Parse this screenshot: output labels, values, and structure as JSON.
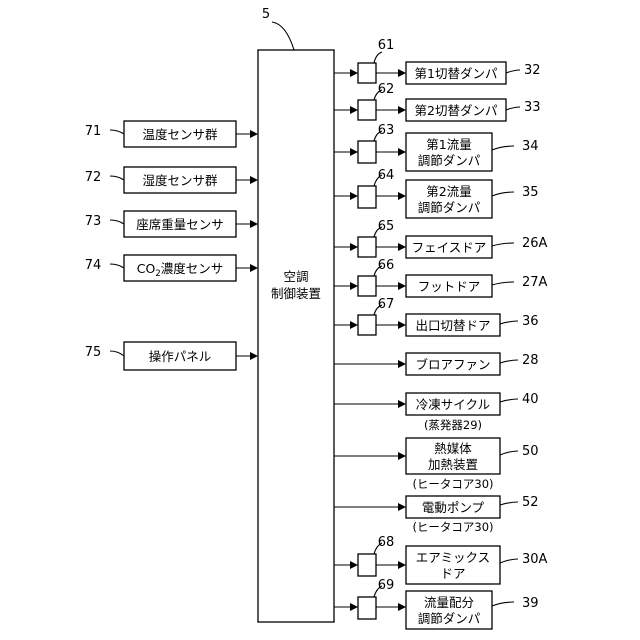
{
  "controller": {
    "ref": "5",
    "line1": "空調",
    "line2": "制御装置"
  },
  "inputs": [
    {
      "ref": "71",
      "label": "温度センサ群"
    },
    {
      "ref": "72",
      "label": "湿度センサ群"
    },
    {
      "ref": "73",
      "label": "座席重量センサ"
    },
    {
      "ref": "74",
      "label_pre": "CO",
      "label_sub": "2",
      "label_post": "濃度センサ"
    },
    {
      "ref": "75",
      "label": "操作パネル"
    }
  ],
  "outputs": [
    {
      "ref": "32",
      "driver": "61",
      "lines": [
        "第1切替ダンパ"
      ]
    },
    {
      "ref": "33",
      "driver": "62",
      "lines": [
        "第2切替ダンパ"
      ]
    },
    {
      "ref": "34",
      "driver": "63",
      "lines": [
        "第1流量",
        "調節ダンパ"
      ]
    },
    {
      "ref": "35",
      "driver": "64",
      "lines": [
        "第2流量",
        "調節ダンパ"
      ]
    },
    {
      "ref": "26A",
      "driver": "65",
      "lines": [
        "フェイスドア"
      ]
    },
    {
      "ref": "27A",
      "driver": "66",
      "lines": [
        "フットドア"
      ]
    },
    {
      "ref": "36",
      "driver": "67",
      "lines": [
        "出口切替ドア"
      ]
    },
    {
      "ref": "28",
      "lines": [
        "ブロアファン"
      ]
    },
    {
      "ref": "40",
      "lines": [
        "冷凍サイクル"
      ],
      "note": "(蒸発器29)"
    },
    {
      "ref": "50",
      "lines": [
        "熱媒体",
        "加熱装置"
      ],
      "note": "(ヒータコア30)"
    },
    {
      "ref": "52",
      "lines": [
        "電動ポンプ"
      ],
      "note": "(ヒータコア30)"
    },
    {
      "ref": "30A",
      "driver": "68",
      "lines": [
        "エアミックス",
        "ドア"
      ]
    },
    {
      "ref": "39",
      "driver": "69",
      "lines": [
        "流量配分",
        "調節ダンパ"
      ]
    }
  ]
}
